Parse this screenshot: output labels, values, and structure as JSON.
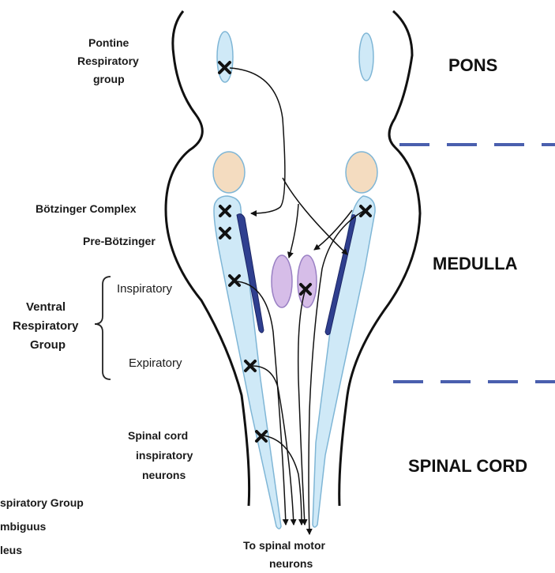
{
  "regions": {
    "pons": "PONS",
    "medulla": "MEDULLA",
    "spinal_cord": "SPINAL CORD"
  },
  "labels": {
    "pontine_line1": "Pontine",
    "pontine_line2": "Respiratory",
    "pontine_line3": "group",
    "botzinger": "Bötzinger Complex",
    "pre_botzinger": "Pre-Bötzinger",
    "vrg_line1": "Ventral",
    "vrg_line2": "Respiratory",
    "vrg_line3": "Group",
    "inspiratory": "Inspiratory",
    "expiratory": "Expiratory",
    "spinal_line1": "Spinal cord",
    "spinal_line2": "inspiratory",
    "spinal_line3": "neurons",
    "motor_line1": "To spinal motor",
    "motor_line2": "neurons"
  },
  "legend_partial": [
    "spiratory Group",
    "mbiguus",
    "leus"
  ],
  "colors": {
    "outline": "#111111",
    "nucleus_fill": "#cfe9f7",
    "nucleus_stroke": "#7fb6d6",
    "beige_fill": "#f4dcc0",
    "beige_stroke": "#7fb6d6",
    "ambiguus_fill": "#2f3f8f",
    "purple_fill": "#d6bde8",
    "purple_stroke": "#9a80c4",
    "dash_line": "#4a5fae",
    "marker": "#111111"
  }
}
